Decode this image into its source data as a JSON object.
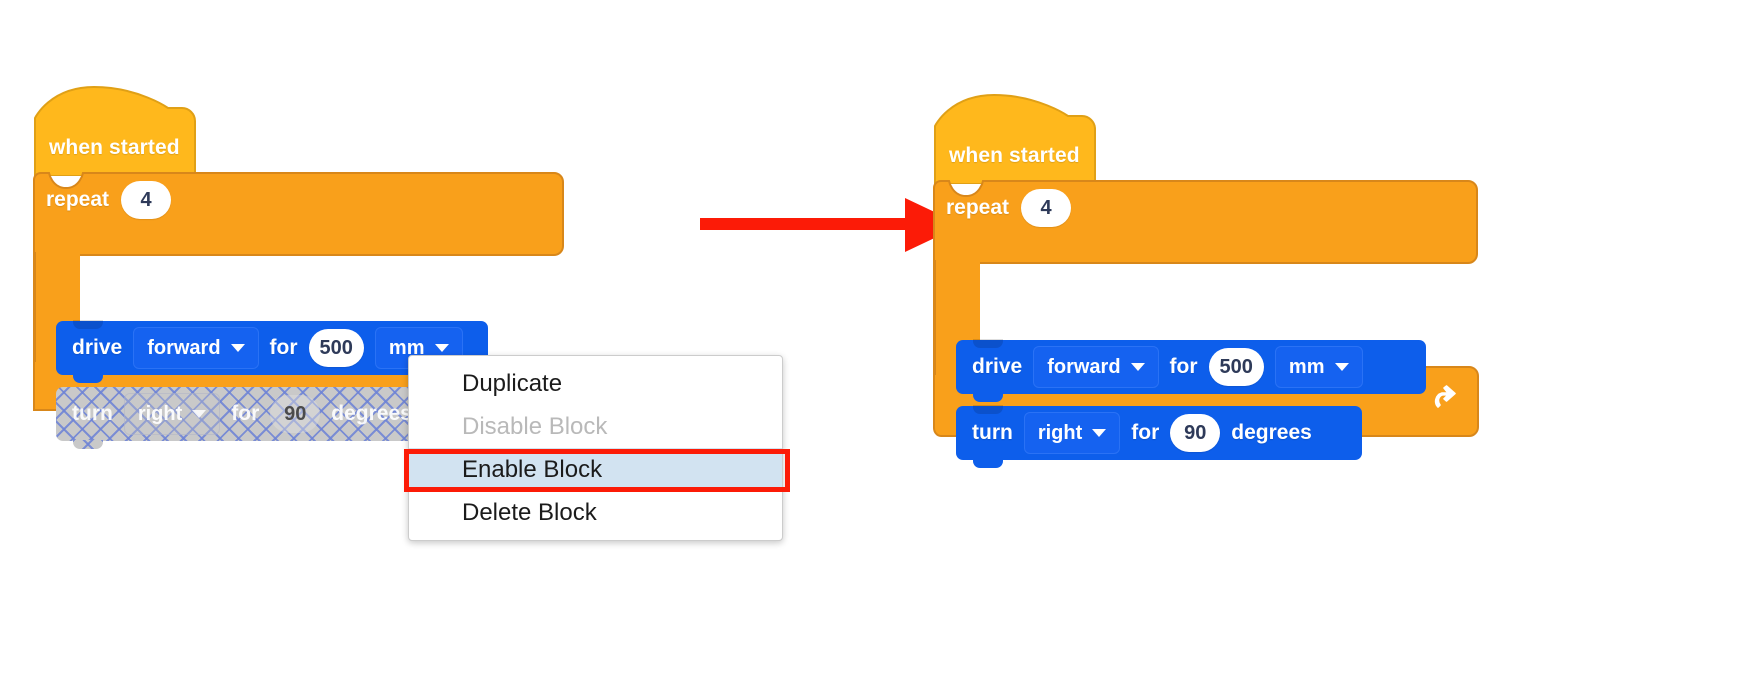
{
  "meta": {
    "background_color": "#ffffff",
    "accent_highlight_color": "#fc1b07",
    "menu_highlight_color": "#d2e3f1"
  },
  "colors": {
    "event_block": "#ffb81c",
    "event_block_shadow": "#e0a016",
    "control_block": "#f9a01b",
    "control_block_shadow": "#d8871a",
    "drivetrain_block": "#0d5eeb",
    "disabled_base": "#c9c9c9",
    "disabled_hatch": "#6c82d6",
    "oval_text": "#2e3a59"
  },
  "before_stack": {
    "name": "disabled-turn-block-stack",
    "hat": {
      "label": "when started",
      "icon": "hat-block-shape"
    },
    "control": {
      "keyword": "repeat",
      "count": "4",
      "loop_icon": "loop-arrow-icon"
    },
    "commands": [
      {
        "name": "drive-block",
        "state": "enabled",
        "keyword": "drive",
        "direction": "forward",
        "connector": "for",
        "distance": "500",
        "unit": "mm",
        "dropdown_icon": "chevron-down-icon"
      },
      {
        "name": "turn-block",
        "state": "disabled",
        "keyword": "turn",
        "direction": "right",
        "connector": "for",
        "amount": "90",
        "unit": "degrees",
        "dropdown_icon": "chevron-down-icon"
      }
    ]
  },
  "transition": {
    "icon": "red-right-arrow-icon",
    "color": "#fc1b07"
  },
  "after_stack": {
    "name": "enabled-turn-block-stack",
    "hat": {
      "label": "when started",
      "icon": "hat-block-shape"
    },
    "control": {
      "keyword": "repeat",
      "count": "4",
      "loop_icon": "loop-arrow-icon"
    },
    "commands": [
      {
        "name": "drive-block",
        "state": "enabled",
        "keyword": "drive",
        "direction": "forward",
        "connector": "for",
        "distance": "500",
        "unit": "mm",
        "dropdown_icon": "chevron-down-icon"
      },
      {
        "name": "turn-block",
        "state": "enabled",
        "keyword": "turn",
        "direction": "right",
        "connector": "for",
        "amount": "90",
        "unit": "degrees",
        "dropdown_icon": "chevron-down-icon"
      }
    ]
  },
  "context_menu": {
    "name": "block-context-menu",
    "items": [
      {
        "label": "Duplicate",
        "state": "enabled"
      },
      {
        "label": "Disable Block",
        "state": "disabled"
      },
      {
        "label": "Enable Block",
        "state": "highlighted"
      },
      {
        "label": "Delete Block",
        "state": "enabled"
      }
    ]
  }
}
